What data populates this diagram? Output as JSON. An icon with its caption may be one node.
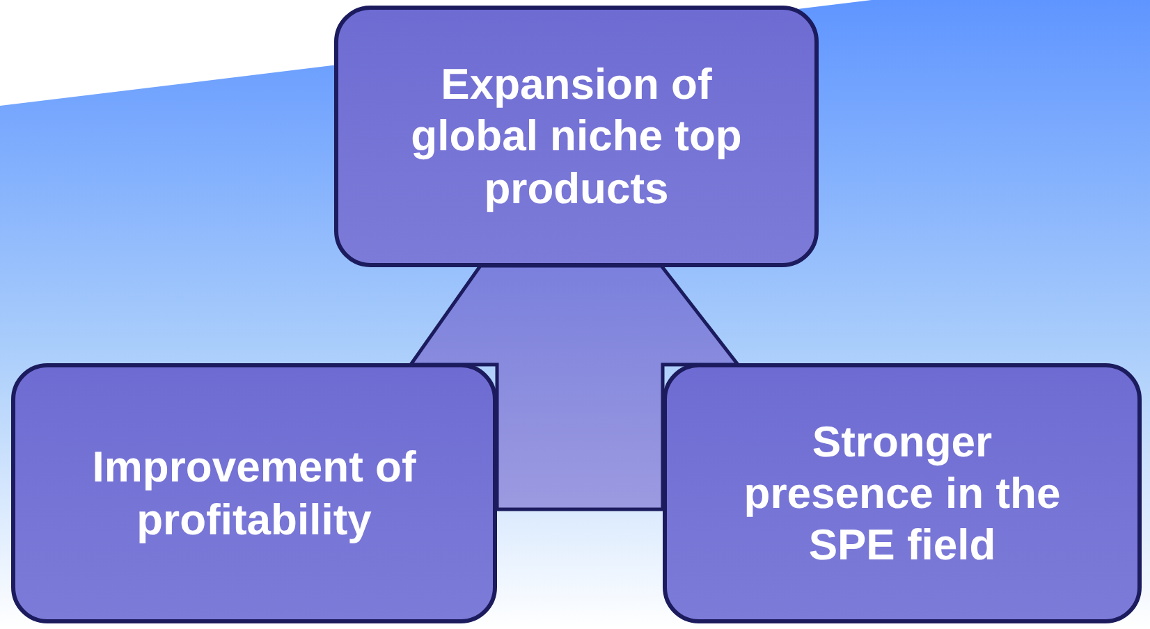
{
  "diagram": {
    "nodes": [
      {
        "text": [
          "Expansion of global niche top products"
        ]
      },
      {
        "text": [
          "Improvement of profitability"
        ]
      },
      {
        "text": [
          "Stronger presence in the SPE field"
        ]
      },
      {
        "text": [],
        "shape": "triangle"
      }
    ]
  }
}
